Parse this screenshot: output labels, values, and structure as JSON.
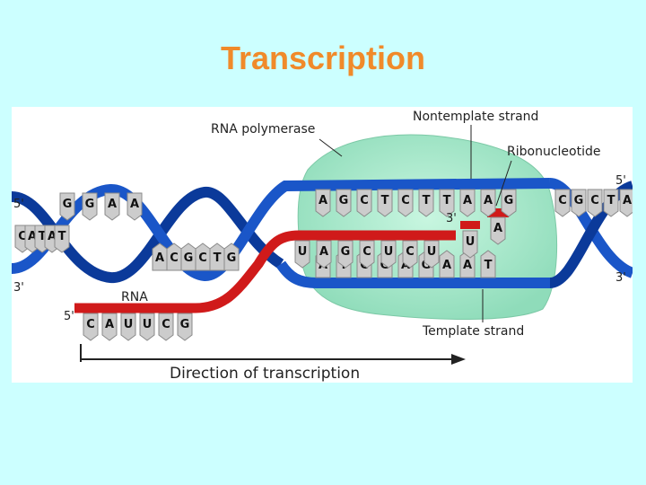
{
  "slide": {
    "title": "Transcription"
  },
  "labels": {
    "rna_polymerase": "RNA polymerase",
    "nontemplate_strand": "Nontemplate strand",
    "ribonucleotide": "Ribonucleotide",
    "template_strand": "Template strand",
    "rna": "RNA",
    "direction": "Direction of transcription",
    "five_prime": "5'",
    "three_prime": "3'"
  },
  "bases": {
    "nontemplate_in_bubble": [
      "A",
      "G",
      "C",
      "T",
      "C",
      "T",
      "T",
      "A",
      "A",
      "G"
    ],
    "template_in_bubble": [
      "A",
      "T",
      "C",
      "G",
      "A",
      "G",
      "A",
      "A",
      "T"
    ],
    "rna_in_bubble": [
      "U",
      "A",
      "G",
      "C",
      "U",
      "C",
      "U"
    ],
    "rna_tail": [
      "C",
      "A",
      "U",
      "U",
      "C",
      "G"
    ],
    "free_ribonucleotide": "U",
    "pairing_base": "A",
    "left_helix_top": [
      "G",
      "G",
      "A",
      "A"
    ],
    "left_helix_bottom": [
      "A",
      "C",
      "G",
      "C",
      "T",
      "G"
    ],
    "left_end": [
      "C",
      "A",
      "T",
      "A",
      "T"
    ],
    "right_helix": [
      "C",
      "G",
      "C",
      "T",
      "A"
    ]
  },
  "colors": {
    "dna_backbone": "#1a56c8",
    "dna_backbone_dark": "#0b3a9a",
    "rna_strand": "#d01a1a",
    "polymerase": "#9fe8c8",
    "base_fill": "#cccccc",
    "title": "#f08a2a"
  }
}
